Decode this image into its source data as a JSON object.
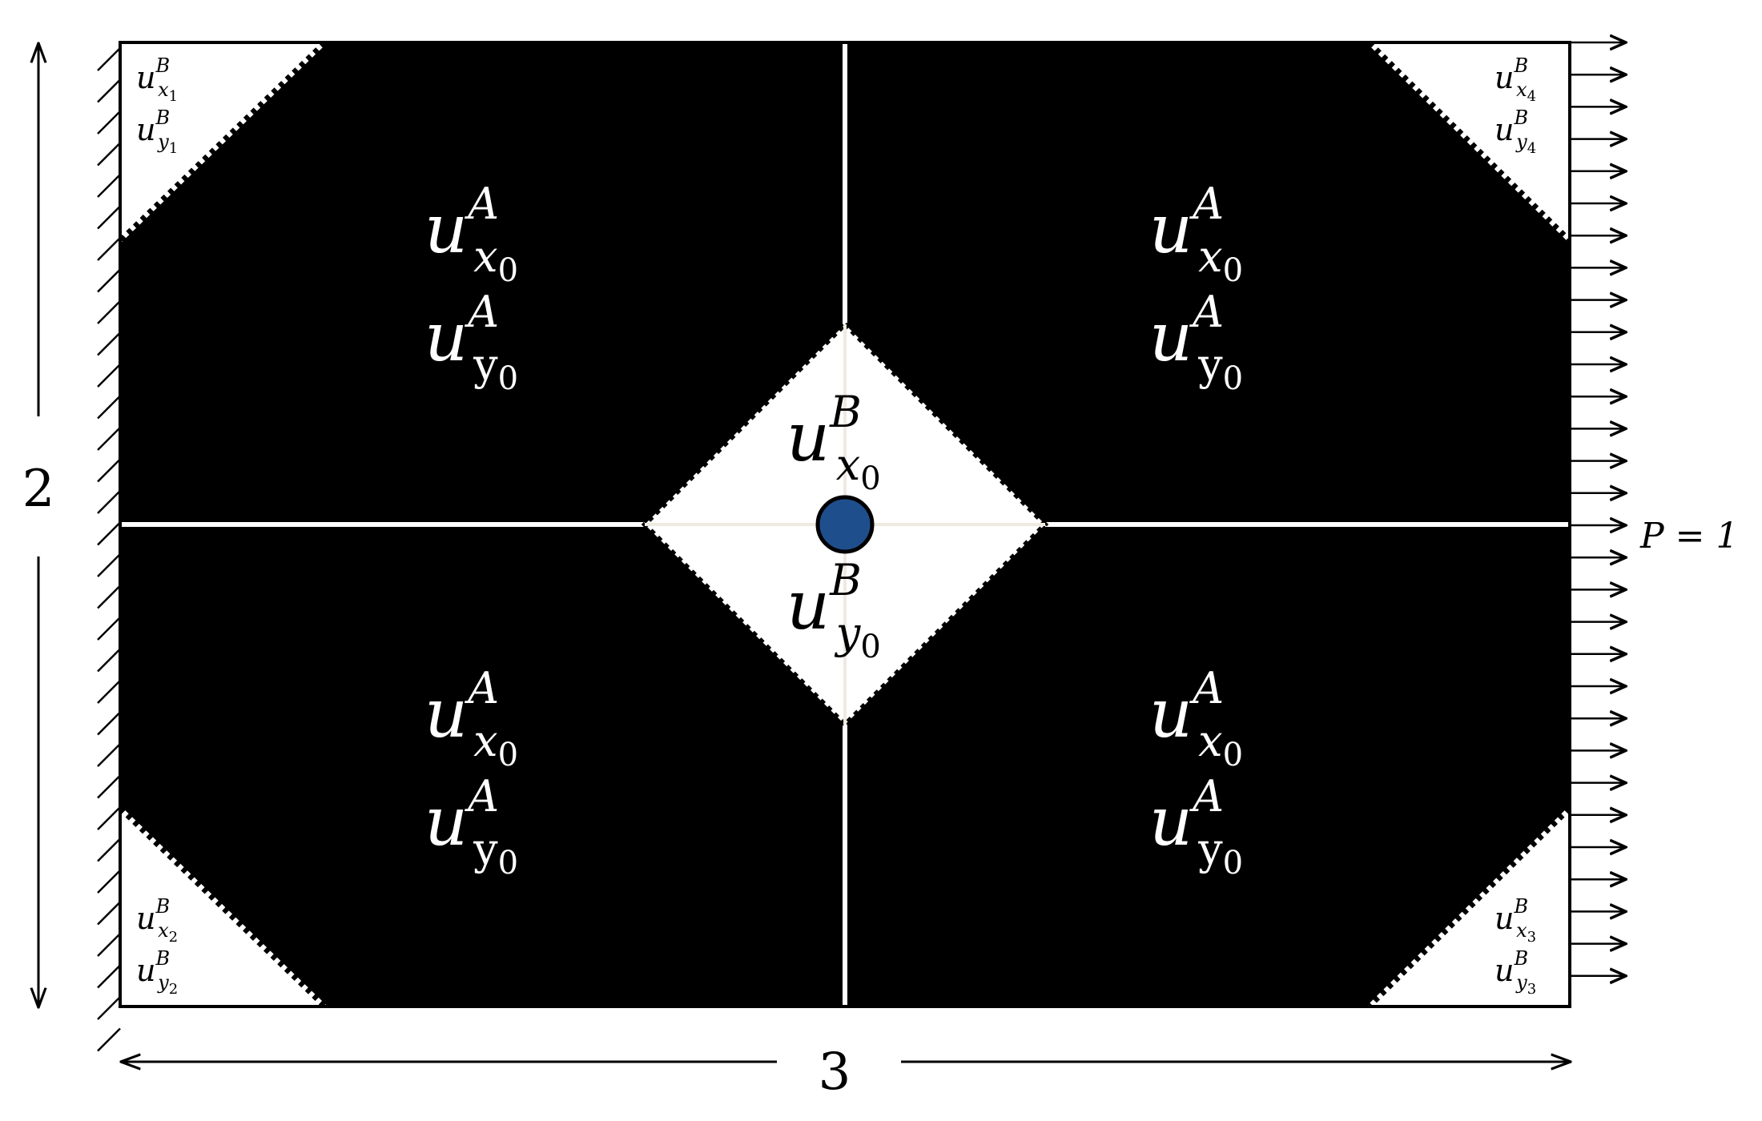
{
  "dimensions": {
    "height_label": "2",
    "width_label": "3"
  },
  "load": {
    "label": "P = 1"
  },
  "colors": {
    "domain_fill": "#000000",
    "void_fill": "#ffffff",
    "frame": "#000000",
    "node_fill": "#1f4e8c",
    "grid_line": "#ffffff"
  },
  "center_node": {
    "label_x": {
      "base": "u",
      "sup": "B",
      "sub_var": "x",
      "sub_idx": "0"
    },
    "label_y": {
      "base": "u",
      "sup": "B",
      "sub_var": "y",
      "sub_idx": "0"
    }
  },
  "quadrants": [
    {
      "id": "top-left",
      "label_x": {
        "base": "u",
        "sup": "A",
        "sub_var": "x",
        "sub_idx": "0"
      },
      "label_y": {
        "base": "u",
        "sup": "A",
        "sub_var": "y",
        "sub_idx": "0"
      }
    },
    {
      "id": "top-right",
      "label_x": {
        "base": "u",
        "sup": "A",
        "sub_var": "x",
        "sub_idx": "0"
      },
      "label_y": {
        "base": "u",
        "sup": "A",
        "sub_var": "y",
        "sub_idx": "0"
      }
    },
    {
      "id": "bottom-left",
      "label_x": {
        "base": "u",
        "sup": "A",
        "sub_var": "x",
        "sub_idx": "0"
      },
      "label_y": {
        "base": "u",
        "sup": "A",
        "sub_var": "y",
        "sub_idx": "0"
      }
    },
    {
      "id": "bottom-right",
      "label_x": {
        "base": "u",
        "sup": "A",
        "sub_var": "x",
        "sub_idx": "0"
      },
      "label_y": {
        "base": "u",
        "sup": "A",
        "sub_var": "y",
        "sub_idx": "0"
      }
    }
  ],
  "corners": [
    {
      "id": "top-left",
      "label_x": {
        "base": "u",
        "sup": "B",
        "sub_var": "x",
        "sub_idx": "1"
      },
      "label_y": {
        "base": "u",
        "sup": "B",
        "sub_var": "y",
        "sub_idx": "1"
      }
    },
    {
      "id": "bottom-left",
      "label_x": {
        "base": "u",
        "sup": "B",
        "sub_var": "x",
        "sub_idx": "2"
      },
      "label_y": {
        "base": "u",
        "sup": "B",
        "sub_var": "y",
        "sub_idx": "2"
      }
    },
    {
      "id": "bottom-right",
      "label_x": {
        "base": "u",
        "sup": "B",
        "sub_var": "x",
        "sub_idx": "3"
      },
      "label_y": {
        "base": "u",
        "sup": "B",
        "sub_var": "y",
        "sub_idx": "3"
      }
    },
    {
      "id": "top-right",
      "label_x": {
        "base": "u",
        "sup": "B",
        "sub_var": "x",
        "sub_idx": "4"
      },
      "label_y": {
        "base": "u",
        "sup": "B",
        "sub_var": "y",
        "sub_idx": "4"
      }
    }
  ]
}
